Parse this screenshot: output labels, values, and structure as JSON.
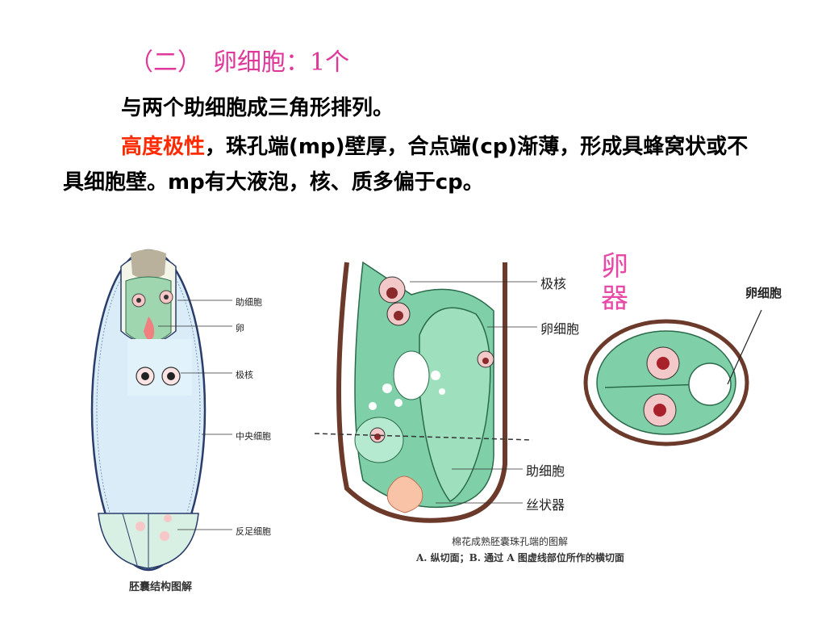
{
  "heading": {
    "prefix": "（二）",
    "text": "卵细胞：1个"
  },
  "paragraph1": "与两个助细胞成三角形排列。",
  "paragraph2": {
    "highlight": "高度极性",
    "rest": "，珠孔端(mp)壁厚，合点端(cp)渐薄，形成具蜂窝状或不具细胞壁。mp有大液泡，核、质多偏于cp。"
  },
  "fig1": {
    "labels": {
      "synergid": "助细胞",
      "egg": "卵",
      "polar": "极核",
      "central": "中央细胞",
      "antipodal": "反足细胞"
    },
    "caption": "胚囊结构图解"
  },
  "fig2": {
    "labels": {
      "polar": "极核",
      "egg": "卵细胞",
      "synergid": "助细胞",
      "filiform": "丝状器"
    },
    "caption_line1": "棉花成熟胚囊珠孔端的图解",
    "caption_line2": "A. 纵切面；B. 通过 A 图虚线部位所作的横切面"
  },
  "fig3": {
    "side_text_1": "卵",
    "side_text_2": "器",
    "egg_label": "卵细胞"
  }
}
